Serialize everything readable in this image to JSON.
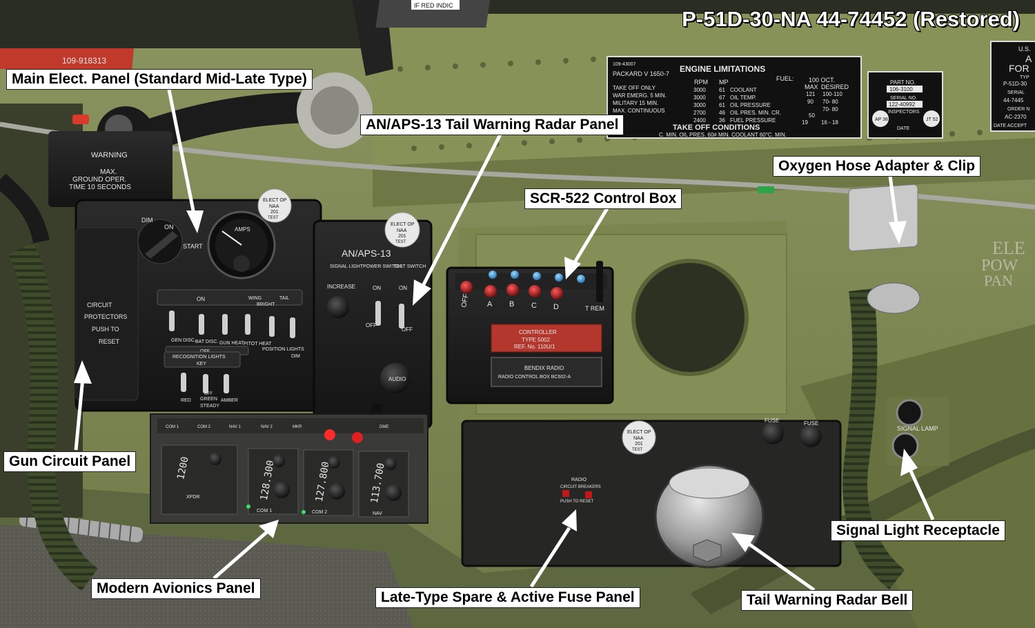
{
  "title": "P-51D-30-NA 44-74452 (Restored)",
  "colors": {
    "cockpit_olive": "#7f8a54",
    "panel_black": "#1a1a1a",
    "label_bg": "#ffffff",
    "fuse_red": "#c01818",
    "hose_green": "#3d4a2c"
  },
  "callouts": [
    {
      "id": "main-elect-panel",
      "text": "Main Elect. Panel (Standard Mid-Late Type)"
    },
    {
      "id": "tail-warning-radar-panel",
      "text": "AN/APS-13 Tail Warning Radar Panel"
    },
    {
      "id": "scr522-control-box",
      "text": "SCR-522 Control Box"
    },
    {
      "id": "oxygen-hose-adapter",
      "text": "Oxygen Hose Adapter & Clip"
    },
    {
      "id": "gun-circuit-panel",
      "text": "Gun Circuit Panel"
    },
    {
      "id": "signal-light-receptacle",
      "text": "Signal Light Receptacle"
    },
    {
      "id": "modern-avionics-panel",
      "text": "Modern Avionics Panel"
    },
    {
      "id": "fuse-panel",
      "text": "Late-Type Spare & Active Fuse Panel"
    },
    {
      "id": "tail-warning-radar-bell",
      "text": "Tail Warning Radar Bell"
    }
  ],
  "placards": {
    "warning": {
      "title": "WARNING",
      "line1": "MAX.",
      "line2": "GROUND OPER.",
      "line3": "TIME 10 SECONDS"
    },
    "engine": {
      "part_ref": "109-43007",
      "engine": "PACKARD V 1650-7",
      "title": "ENGINE LIMITATIONS",
      "fuel": "FUEL:",
      "oct": "100 OCT.",
      "col_rpm": "RPM",
      "col_mp": "MP",
      "col_max": "MAX",
      "col_desired": "DESIRED",
      "rows": [
        {
          "label": "TAKE OFF ONLY",
          "rpm": "3000",
          "mp": "61",
          "item": "COOLANT",
          "max": "121",
          "desired": "100-110"
        },
        {
          "label": "WAR EMERG. 5 MIN.",
          "rpm": "3000",
          "mp": "67",
          "item": "OIL TEMP.",
          "max": "90",
          "desired": "70- 80"
        },
        {
          "label": "MILITARY 15 MIN.",
          "rpm": "3000",
          "mp": "61",
          "item": "OIL PRESSURE",
          "max": "",
          "desired": "70- 80"
        },
        {
          "label": "MAX. CONTINUOUS",
          "rpm": "2700",
          "mp": "46",
          "item": "OIL PRES. MIN. CR.",
          "max": "50",
          "desired": ""
        },
        {
          "label": "",
          "rpm": "2400",
          "mp": "36",
          "item": "FUEL PRESSURE",
          "max": "19",
          "desired": "16 - 18"
        }
      ],
      "takeoff_title": "TAKE OFF CONDITIONS",
      "takeoff_text": "C. MIN. OIL PRES. 60# MIN. COOLANT 60°C. MIN."
    },
    "parts": {
      "part_no_label": "PART NO.",
      "part_no": "106-3100",
      "serial_label": "SERIAL NO.",
      "serial": "122-40992",
      "inspectors": "INSPECTORS",
      "stamp1": "AP 38",
      "stamp2": "JT 52",
      "date": "DATE"
    },
    "usaf": {
      "line1": "U.S.",
      "line2": "A",
      "line3": "FOR",
      "line4": "TYP",
      "line5": "P-51D-30",
      "line6": "SERIAL",
      "line7": "44-7445",
      "line8": "ORDER N",
      "line9": "AC-2370",
      "line10": "DATE ACCEPT"
    },
    "top_red": "IF RED INDIC",
    "red_strip": "109-918313"
  },
  "elect_panel": {
    "dim": "DIM",
    "on": "ON",
    "start": "START",
    "amps": "AMPS",
    "circuit": "CIRCUIT",
    "protectors": "PROTECTORS",
    "push_to": "PUSH TO",
    "reset": "RESET",
    "on_bar": "ON",
    "wing": "WING",
    "bright": "BRIGHT",
    "tail": "TAIL",
    "gen_disc": "GEN DISC.",
    "bat_disc": "BAT DISC.",
    "gun_heat": "GUN HEAT",
    "pitot_heat": "PITOT HEAT",
    "pos_lights": "POSITION LIGHTS",
    "dim2": "DIM",
    "off_bar": "OFF",
    "recognition": "RECOGNITION LIGHTS",
    "key": "KEY",
    "red": "RED",
    "green": "GREEN",
    "amber": "AMBER",
    "steady": "STEADY",
    "off2": "OFF"
  },
  "aps13": {
    "title": "AN/APS-13",
    "signal_light": "SIGNAL LIGHT",
    "power_switch": "POWER SWITCH",
    "test_switch": "TEST SWITCH",
    "increase": "INCREASE",
    "on": "ON",
    "off": "OFF",
    "audio": "AUDIO"
  },
  "elect_stamp": {
    "line1": "ELECT OP",
    "line2": "NAA",
    "line3": "201",
    "line4": "TEST"
  },
  "scr522": {
    "buttons": [
      "OFF",
      "A",
      "B",
      "C",
      "D"
    ],
    "trem": "T REM",
    "plate1_line1": "CONTROLLER",
    "plate1_line2": "TYPE 5002",
    "plate1_line3": "REF. No. 110U/1",
    "plate2_line1": "BENDIX RADIO",
    "plate2_line2": "RADIO CONTROL BOX BC602-A"
  },
  "avionics": {
    "xpdr_code": "1200",
    "com1": "128.300",
    "com2": "127.800",
    "nav": "113.700",
    "com1_label": "COM 1",
    "com2_label": "COM 2",
    "nav_label": "NAV",
    "xpdr_label": "XPDR",
    "top_labels": [
      "COM 1",
      "COM 2",
      "NAV 1",
      "NAV 2",
      "MKR",
      "DME"
    ]
  },
  "fuse_panel": {
    "fuse": "FUSE",
    "radio": "RADIO",
    "circuit_breakers": "CIRCUIT BREAKERS",
    "push_to_reset": "PUSH TO RESET"
  },
  "signal_lamp": "SIGNAL LAMP",
  "powr_panel": {
    "line1": "ELE",
    "line2": "POW",
    "line3": "PAN"
  }
}
